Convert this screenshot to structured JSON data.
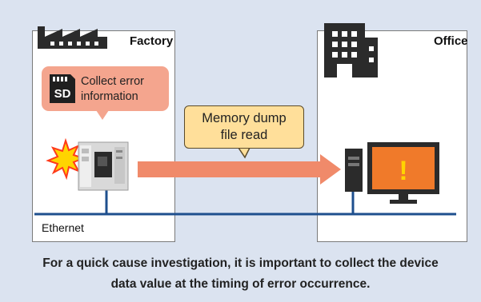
{
  "factory": {
    "title": "Factory"
  },
  "office": {
    "title": "Office"
  },
  "collect_bubble": {
    "line1": "Collect error",
    "line2": "information",
    "sd_label": "SD"
  },
  "memory_bubble": {
    "line1": "Memory dump",
    "line2": "file read"
  },
  "network": {
    "label": "Ethernet"
  },
  "caption": {
    "line1": "For a quick cause investigation, it is important to collect the device",
    "line2": "data value at the timing of error occurrence."
  },
  "warning_symbol": "!",
  "colors": {
    "background": "#dbe3f0",
    "arrow": "#f08a6a",
    "network_line": "#1e4f8e",
    "monitor_screen": "#f07a2a",
    "collect_bubble": "#f4a58e",
    "memory_bubble": "#ffdf9a"
  },
  "icons": [
    "factory-icon",
    "office-building-icon",
    "sd-card-icon",
    "plc-device-icon",
    "error-burst-icon",
    "pc-tower-icon",
    "monitor-warning-icon"
  ]
}
